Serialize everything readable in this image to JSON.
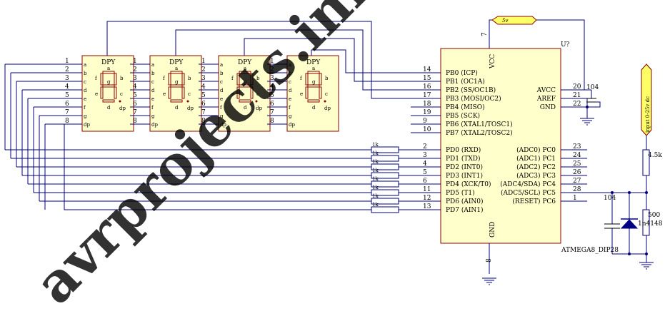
{
  "mcu": {
    "ref": "U?",
    "part": "ATMEGA8_DIP28",
    "vcc_label": "VCC",
    "gnd_label": "GND",
    "vcc_pin": "7",
    "gnd_pin": "8",
    "left_pins": [
      {
        "num": "14",
        "name": "PB0 (ICP)"
      },
      {
        "num": "15",
        "name": "PB1 (OC1A)"
      },
      {
        "num": "16",
        "name": "PB2 (SS/OC1B)"
      },
      {
        "num": "17",
        "name": "PB3 (MOSI/OC2)"
      },
      {
        "num": "18",
        "name": "PB4 (MISO)"
      },
      {
        "num": "19",
        "name": "PB5 (SCK)"
      },
      {
        "num": "9",
        "name": "PB6 (XTAL1/TOSC1)"
      },
      {
        "num": "10",
        "name": "PB7 (XTAL2/TOSC2)"
      },
      {
        "num": "2",
        "name": "PD0 (RXD)"
      },
      {
        "num": "3",
        "name": "PD1 (TXD)"
      },
      {
        "num": "4",
        "name": "PD2 (INT0)"
      },
      {
        "num": "5",
        "name": "PD3 (INT1)"
      },
      {
        "num": "6",
        "name": "PD4 (XCK/T0)"
      },
      {
        "num": "11",
        "name": "PD5 (T1)"
      },
      {
        "num": "12",
        "name": "PD6 (AIN0)"
      },
      {
        "num": "13",
        "name": "PD7 (AIN1)"
      }
    ],
    "right_top_pins": [
      {
        "num": "20",
        "name": "AVCC"
      },
      {
        "num": "21",
        "name": "AREF"
      },
      {
        "num": "22",
        "name": "GND"
      }
    ],
    "right_bottom_pins": [
      {
        "num": "23",
        "name": "(ADC0) PC0"
      },
      {
        "num": "24",
        "name": "(ADC1) PC1"
      },
      {
        "num": "25",
        "name": "(ADC2) PC2"
      },
      {
        "num": "26",
        "name": "(ADC3) PC3"
      },
      {
        "num": "27",
        "name": "(ADC4/SDA) PC4"
      },
      {
        "num": "28",
        "name": "(ADC5/SCL) PC5"
      },
      {
        "num": "1",
        "name": "(RESET) PC6"
      }
    ]
  },
  "power_label": "5v",
  "displays": [
    {
      "title": "DPY"
    },
    {
      "title": "DPY"
    },
    {
      "title": "DPY"
    },
    {
      "title": "DPY"
    }
  ],
  "display_pins": [
    "1",
    "2",
    "3",
    "4",
    "5",
    "6",
    "7",
    "8"
  ],
  "display_pin_letters": [
    "a",
    "b",
    "c",
    "d",
    "e",
    "f",
    "g",
    "dp"
  ],
  "segment_labels": {
    "a": "a",
    "b": "b",
    "c": "c",
    "d": "d",
    "e": "e",
    "f": "f",
    "g": "g",
    "dp": "dp"
  },
  "resistors": [
    "1k",
    "1k",
    "1k",
    "1k",
    "1k",
    "1k",
    "1k",
    "1k"
  ],
  "avcc_cap": "104",
  "adc_cap": "104",
  "divider_top": "4.5k",
  "divider_bottom": "500",
  "diode": "1n4148",
  "input_label": "input 0-25v dc",
  "watermark": "avrprojects.info"
}
